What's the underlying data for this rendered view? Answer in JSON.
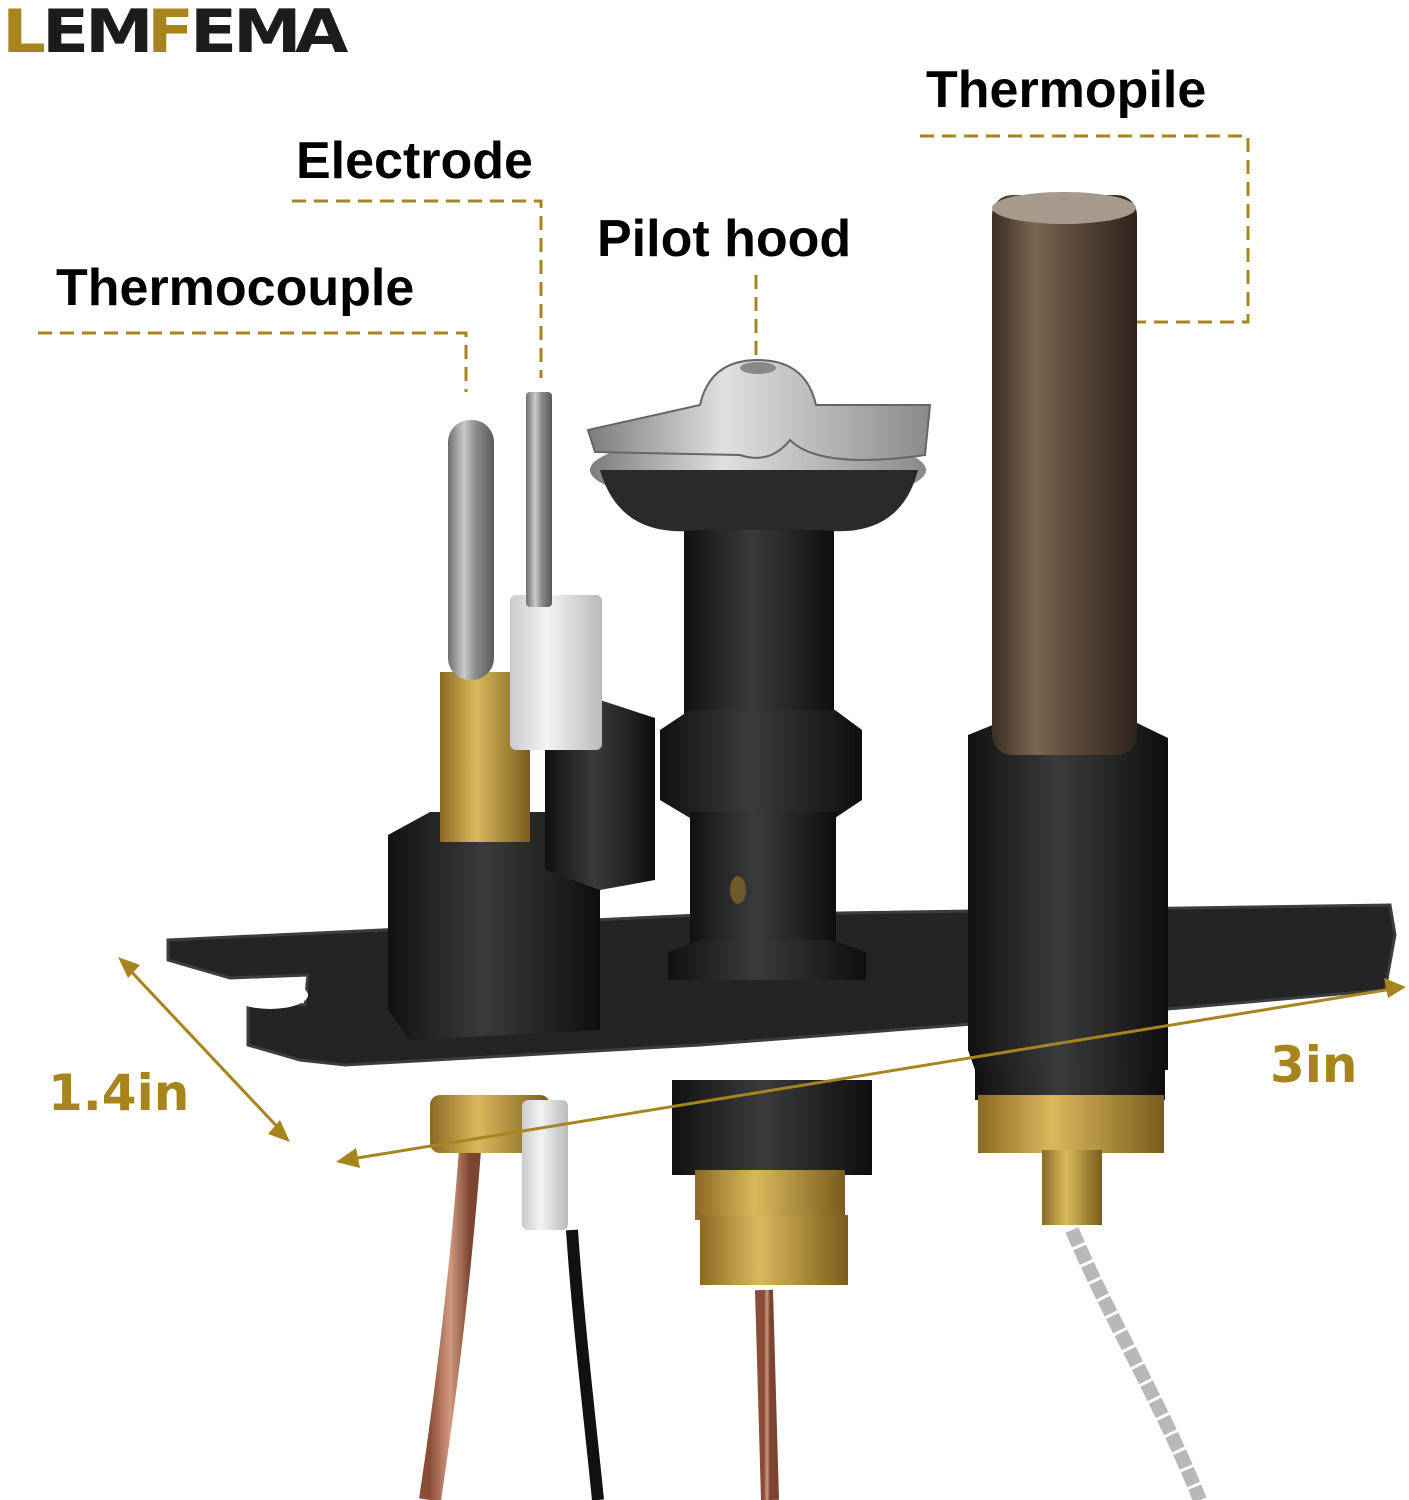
{
  "brand": {
    "name": "LEMFEMA",
    "letters": [
      "L",
      "E",
      "M",
      "F",
      "E",
      "M",
      "A"
    ],
    "gold_letters": [
      0,
      3
    ],
    "icon": "house-icon",
    "colors": {
      "gold": "#a8841f",
      "dark": "#1c1c1c"
    }
  },
  "callouts": [
    {
      "id": "thermocouple",
      "label": "Thermocouple"
    },
    {
      "id": "electrode",
      "label": "Electrode"
    },
    {
      "id": "pilot_hood",
      "label": "Pilot hood"
    },
    {
      "id": "thermopile",
      "label": "Thermopile"
    }
  ],
  "dimensions": {
    "width": {
      "label": "1.4in"
    },
    "length": {
      "label": "3in"
    }
  },
  "colors": {
    "leader_line": "#a8841f",
    "mounting_plate": "#1e1f20",
    "brass": "#b8963a",
    "ceramic": "#e4e6e8",
    "steel": "#9a9a9a",
    "copper": "#b0725a",
    "thermopile_body": "#5c4a3a"
  }
}
